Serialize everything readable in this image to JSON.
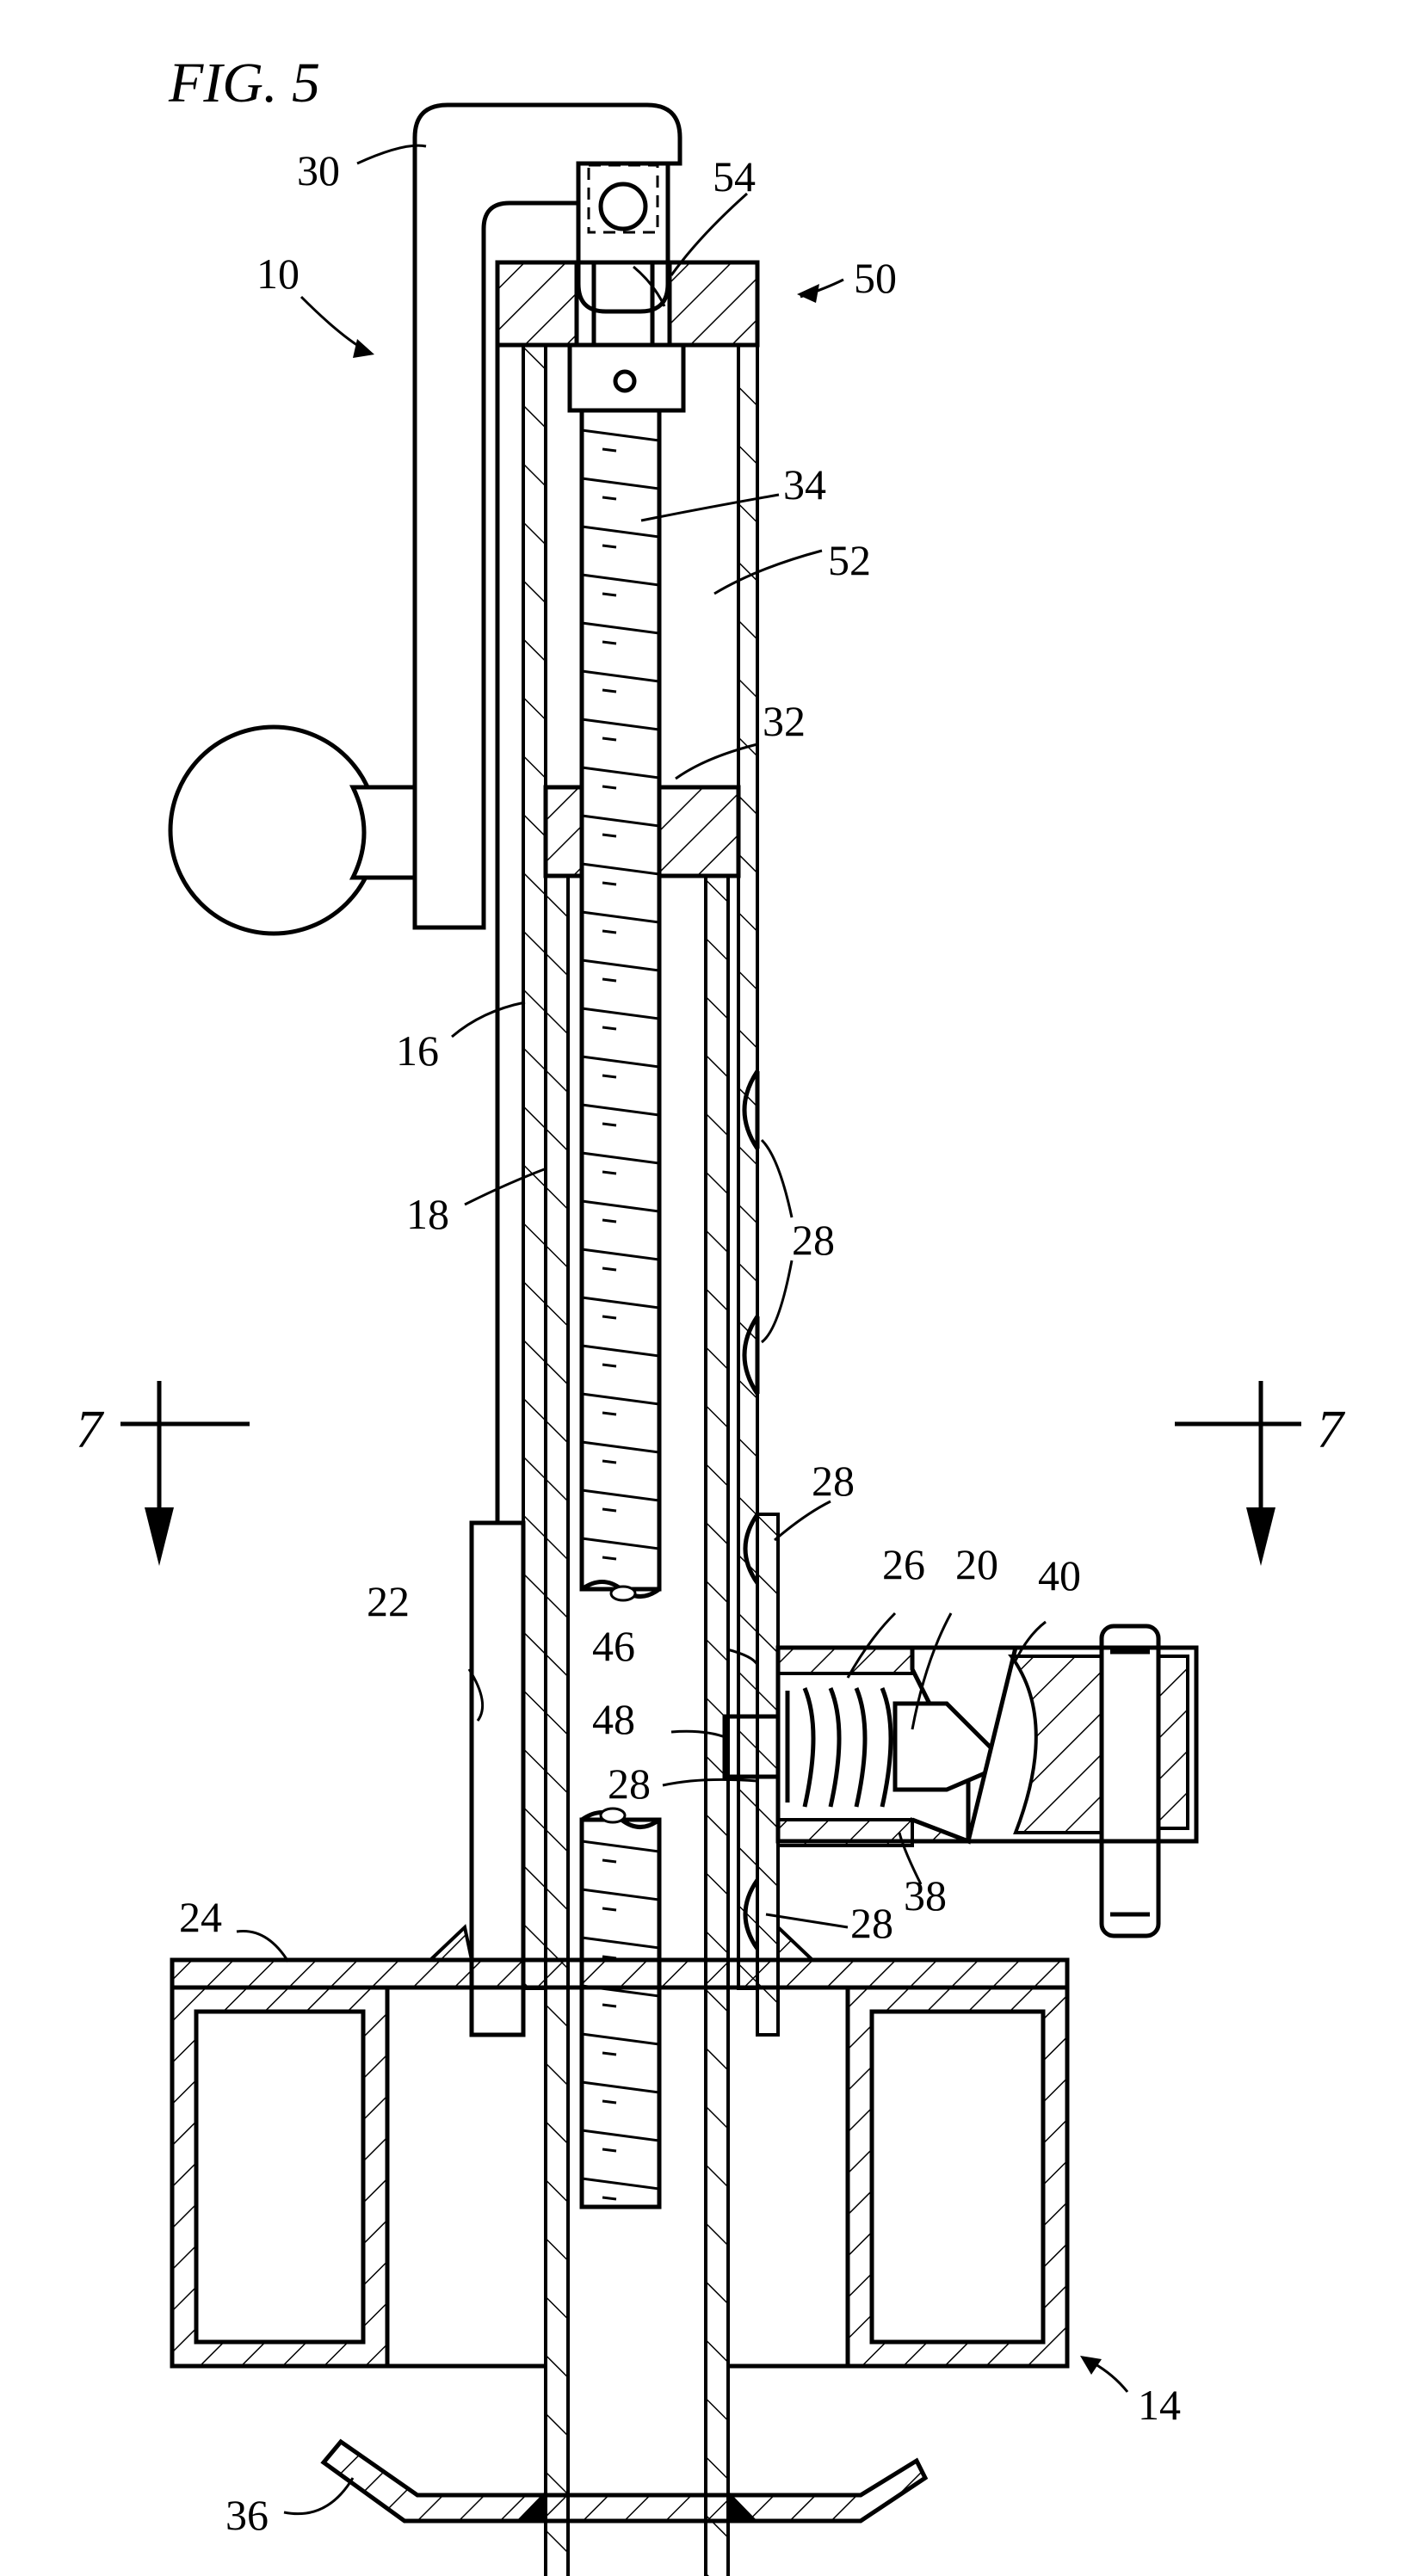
{
  "figure": {
    "title": "FIG.  5",
    "section_marks": [
      "7",
      "7"
    ],
    "labels": {
      "l10": "10",
      "l14": "14",
      "l16": "16",
      "l18": "18",
      "l20": "20",
      "l22": "22",
      "l24": "24",
      "l26": "26",
      "l28": "28",
      "l30": "30",
      "l32": "32",
      "l34": "34",
      "l36": "36",
      "l38": "38",
      "l40": "40",
      "l46": "46",
      "l48": "48",
      "l50": "50",
      "l52": "52",
      "l54": "54"
    }
  }
}
